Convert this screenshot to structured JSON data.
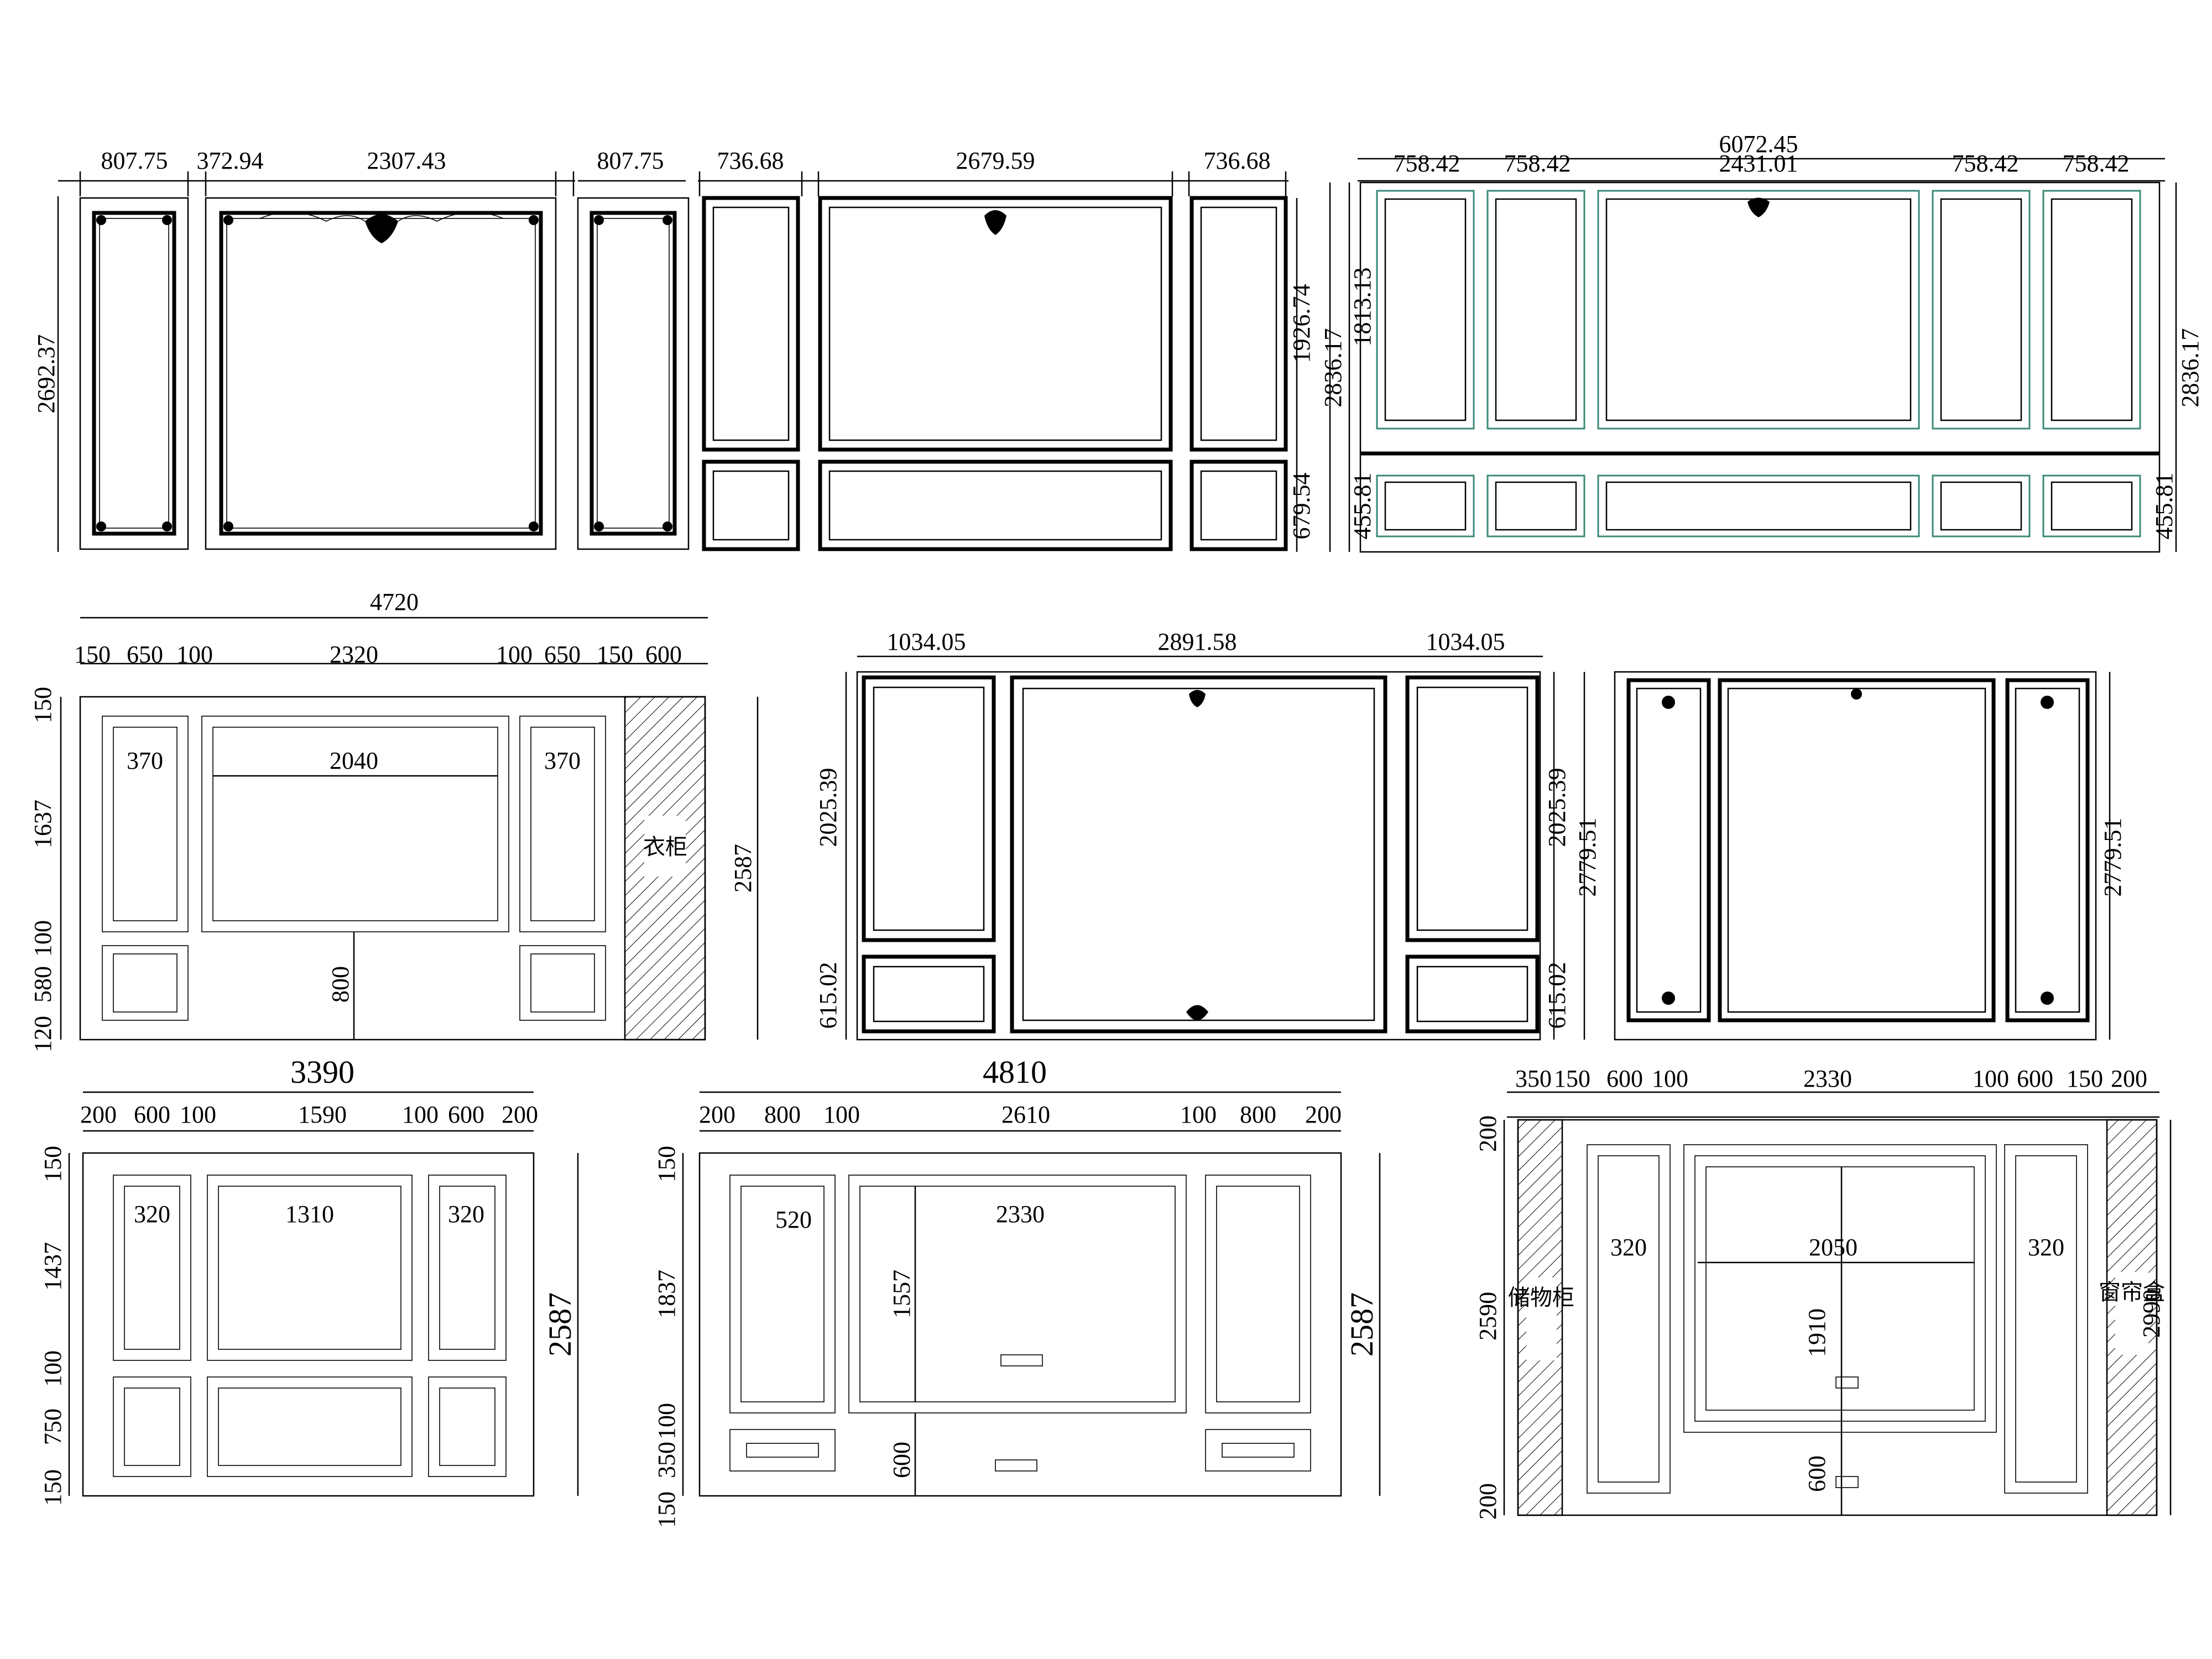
{
  "panels": {
    "p1": {
      "top_dims": [
        "807.75",
        "372.94",
        "2307.43",
        "807.75"
      ],
      "left_height": "2692.37"
    },
    "p2": {
      "top_dims": [
        "736.68",
        "2679.59",
        "736.68"
      ],
      "right_dims": [
        "1926.74",
        "679.54"
      ]
    },
    "p3": {
      "total": "6072.45",
      "top_dims": [
        "758.42",
        "758.42",
        "2431.01",
        "758.42",
        "758.42"
      ],
      "left_dims": [
        "1813.13",
        "2836.17",
        "455.81"
      ],
      "right_dims": [
        "2836.17",
        "455.81"
      ],
      "accent_color": "#3a8a78"
    },
    "p4": {
      "total": "4720",
      "top_dims": [
        "150",
        "650",
        "100",
        "2320",
        "100",
        "650",
        "150",
        "600"
      ],
      "left_dims": [
        "150",
        "1637",
        "100",
        "580",
        "120"
      ],
      "inner_dims": [
        "370",
        "2040",
        "370"
      ],
      "height": "2587",
      "mid_dim": "800",
      "cabinet_label": "衣柜"
    },
    "p5": {
      "top_dims": [
        "1034.05",
        "2891.58",
        "1034.05"
      ],
      "left_dims": [
        "2025.39",
        "615.02"
      ],
      "right_dims": [
        "2025.39",
        "615.02"
      ],
      "height": "2779.51"
    },
    "p6": {
      "height": "2779.51"
    },
    "p7": {
      "total": "3390",
      "top_dims": [
        "200",
        "600",
        "100",
        "1590",
        "100",
        "600",
        "200"
      ],
      "left_dims": [
        "150",
        "1437",
        "100",
        "750",
        "150"
      ],
      "inner_dims": [
        "320",
        "1310",
        "320"
      ],
      "height": "2587"
    },
    "p8": {
      "total": "4810",
      "top_dims": [
        "200",
        "800",
        "100",
        "2610",
        "100",
        "800",
        "200"
      ],
      "left_dims": [
        "150",
        "1837",
        "100",
        "350",
        "150"
      ],
      "inner_dims": [
        "520",
        "2330"
      ],
      "mid_dims": [
        "1557",
        "600"
      ],
      "height": "2587"
    },
    "p9": {
      "top_dims": [
        "350",
        "150",
        "600",
        "100",
        "2330",
        "100",
        "600",
        "150",
        "200"
      ],
      "left_dims": [
        "200",
        "2590",
        "200"
      ],
      "inner_dims": [
        "320",
        "2050",
        "320"
      ],
      "mid_dims": [
        "1910",
        "600"
      ],
      "right_height": "2990",
      "left_label": "储物柜",
      "right_label": "窗帘盒"
    }
  }
}
